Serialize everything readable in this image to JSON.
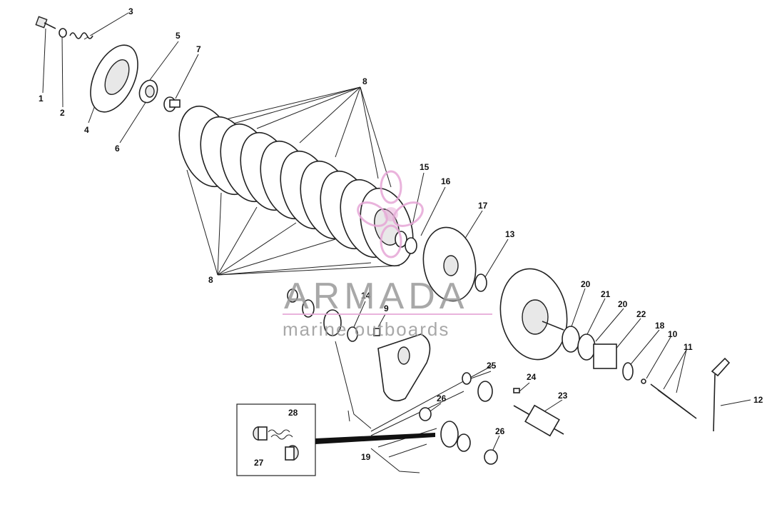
{
  "watermark": {
    "brand": "ARMADA",
    "tagline": "marine outboards",
    "brand_color": "#9a9a9a",
    "accent_color": "#e6a6d6"
  },
  "callouts": [
    "1",
    "2",
    "3",
    "4",
    "5",
    "6",
    "7",
    "8",
    "8",
    "15",
    "16",
    "17",
    "13",
    "14",
    "9",
    "20",
    "21",
    "20",
    "22",
    "18",
    "10",
    "11",
    "12",
    "25",
    "24",
    "23",
    "26",
    "26",
    "19",
    "28",
    "27"
  ],
  "colors": {
    "line": "#222222",
    "background": "#ffffff"
  }
}
